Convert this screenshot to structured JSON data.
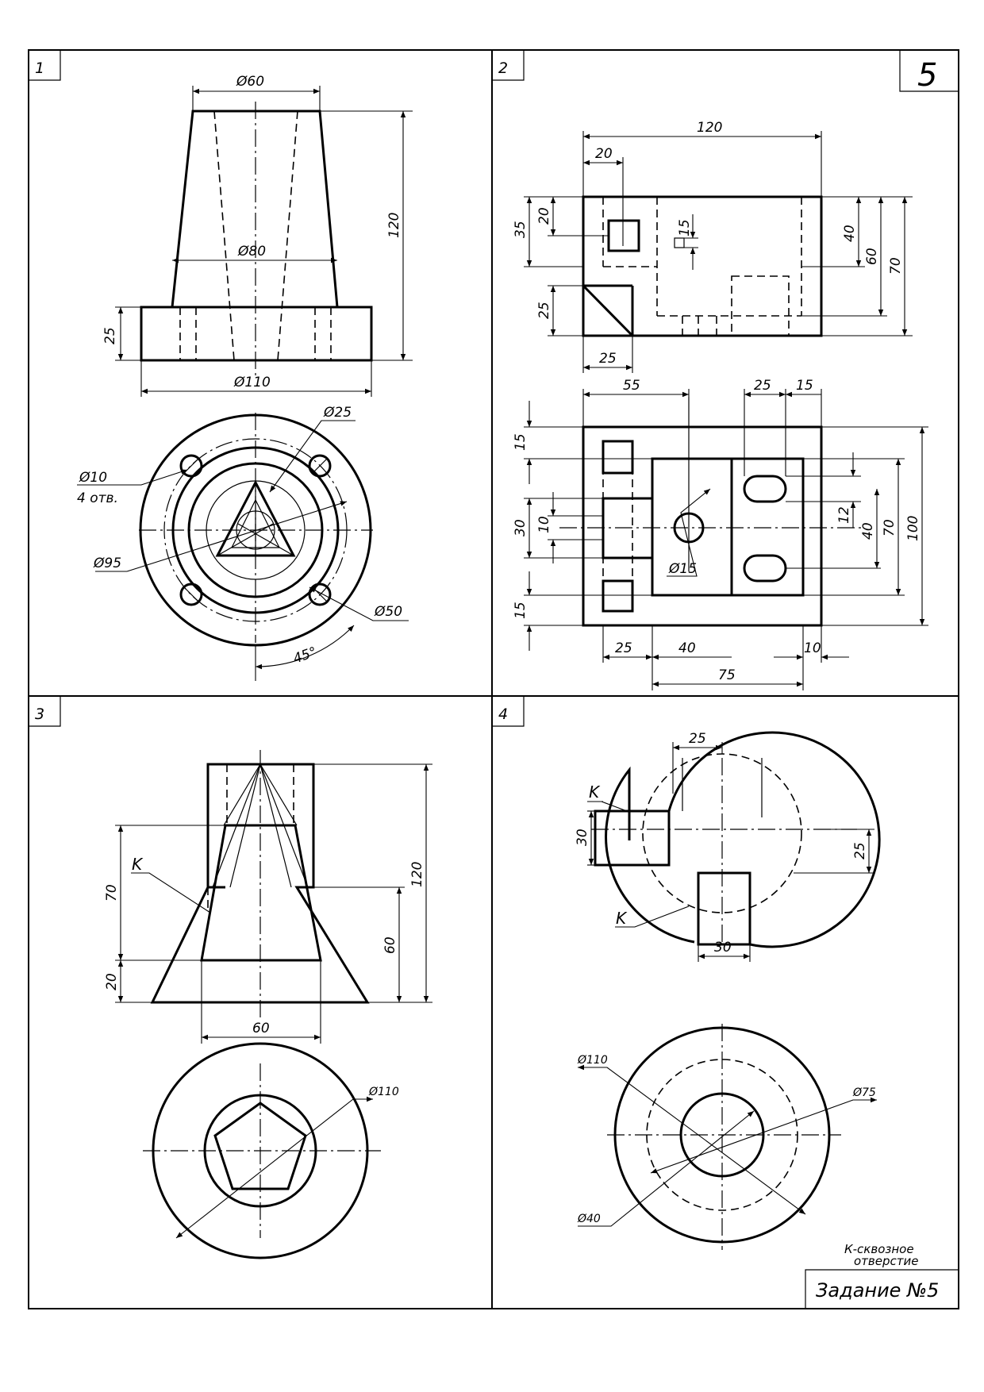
{
  "sheet": {
    "variant_number": "5",
    "task_title": "Задание №5",
    "note_line1": "К-сквозное",
    "note_line2": "отверстие"
  },
  "panels": [
    {
      "number": "1"
    },
    {
      "number": "2"
    },
    {
      "number": "3"
    },
    {
      "number": "4"
    }
  ],
  "panel1": {
    "d_top": "Ø60",
    "d_mid": "Ø80",
    "d_base": "Ø110",
    "h_total": "120",
    "h_base": "25",
    "d_holes": "Ø10",
    "holes_count": "4 отв.",
    "d_25": "Ø25",
    "d_95": "Ø95",
    "d_50": "Ø50",
    "angle": "45°"
  },
  "panel2": {
    "w_120": "120",
    "w_20": "20",
    "h_35": "35",
    "h_20": "20",
    "h_15": "15",
    "h_40": "40",
    "h_60": "60",
    "h_70": "70",
    "h_25": "25",
    "w_25": "25",
    "w_55": "55",
    "w_25b": "25",
    "w_15": "15",
    "v_15a": "15",
    "v_30": "30",
    "v_10": "10",
    "v_15b": "15",
    "v_12": "12",
    "v_40": "40",
    "v_70": "70",
    "v_100": "100",
    "d_15": "Ø15",
    "b_25": "25",
    "b_40": "40",
    "b_10": "10",
    "b_75": "75"
  },
  "panel3": {
    "k_label": "K",
    "h_120": "120",
    "h_70": "70",
    "h_60": "60",
    "h_20": "20",
    "w_60": "60",
    "d_110": "Ø110"
  },
  "panel4": {
    "w_25": "25",
    "k_top": "K",
    "k_bottom": "K",
    "h_30": "30",
    "v_25": "25",
    "w_30": "30",
    "d_110": "Ø110",
    "d_75": "Ø75",
    "d_40": "Ø40"
  }
}
